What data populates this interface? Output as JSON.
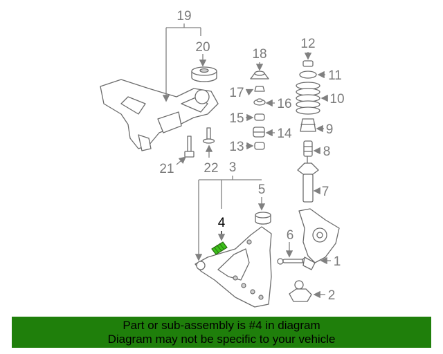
{
  "diagram": {
    "callouts": [
      {
        "id": "1",
        "label": "1"
      },
      {
        "id": "2",
        "label": "2"
      },
      {
        "id": "3",
        "label": "3"
      },
      {
        "id": "4",
        "label": "4"
      },
      {
        "id": "5",
        "label": "5"
      },
      {
        "id": "6",
        "label": "6"
      },
      {
        "id": "7",
        "label": "7"
      },
      {
        "id": "8",
        "label": "8"
      },
      {
        "id": "9",
        "label": "9"
      },
      {
        "id": "10",
        "label": "10"
      },
      {
        "id": "11",
        "label": "11"
      },
      {
        "id": "12",
        "label": "12"
      },
      {
        "id": "13",
        "label": "13"
      },
      {
        "id": "14",
        "label": "14"
      },
      {
        "id": "15",
        "label": "15"
      },
      {
        "id": "16",
        "label": "16"
      },
      {
        "id": "17",
        "label": "17"
      },
      {
        "id": "18",
        "label": "18"
      },
      {
        "id": "19",
        "label": "19"
      },
      {
        "id": "20",
        "label": "20"
      },
      {
        "id": "21",
        "label": "21"
      },
      {
        "id": "22",
        "label": "22"
      }
    ],
    "highlight_part": "4",
    "highlight_color": "#3cc21a"
  },
  "banner": {
    "line1": "Part or sub-assembly is #4 in diagram",
    "line2": "Diagram may not be specific to your vehicle",
    "background": "#1f7f0b"
  }
}
